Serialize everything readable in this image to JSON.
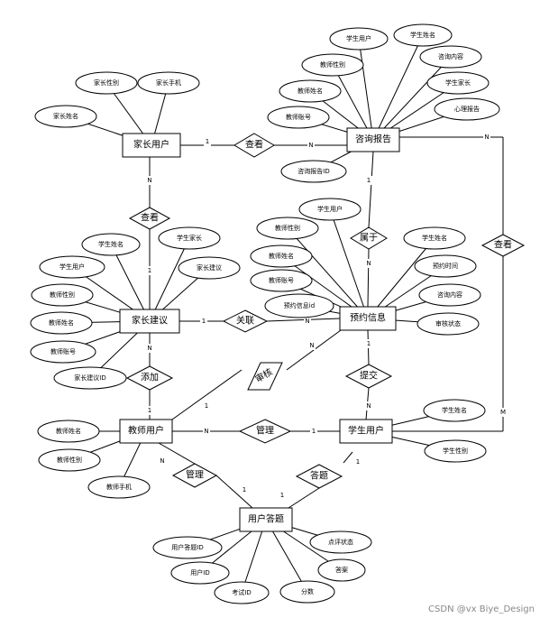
{
  "entities": [
    {
      "id": "parent_user",
      "label": "家长用户"
    },
    {
      "id": "report",
      "label": "咨询报告"
    },
    {
      "id": "parent_sugg",
      "label": "家长建议"
    },
    {
      "id": "appointment",
      "label": "预约信息"
    },
    {
      "id": "teacher",
      "label": "教师用户"
    },
    {
      "id": "student",
      "label": "学生用户"
    },
    {
      "id": "answer",
      "label": "用户答题"
    }
  ],
  "relationships": [
    {
      "id": "r_view1",
      "label": "查看"
    },
    {
      "id": "r_view2",
      "label": "查看"
    },
    {
      "id": "r_belong",
      "label": "属于"
    },
    {
      "id": "r_view3",
      "label": "查看"
    },
    {
      "id": "r_link",
      "label": "关联"
    },
    {
      "id": "r_add",
      "label": "添加"
    },
    {
      "id": "r_audit",
      "label": "审核"
    },
    {
      "id": "r_submit",
      "label": "提交"
    },
    {
      "id": "r_manage",
      "label": "管理"
    },
    {
      "id": "r_manage2",
      "label": "管理"
    },
    {
      "id": "r_answer",
      "label": "答题"
    }
  ],
  "attributes": [
    {
      "id": "a_pgender",
      "label": "家长性别"
    },
    {
      "id": "a_pphone",
      "label": "家长手机"
    },
    {
      "id": "a_pname",
      "label": "家长姓名"
    },
    {
      "id": "a_rstuuser",
      "label": "学生用户"
    },
    {
      "id": "a_rstuname",
      "label": "学生姓名"
    },
    {
      "id": "a_rtgender",
      "label": "教师性别"
    },
    {
      "id": "a_rcontent",
      "label": "咨询内容"
    },
    {
      "id": "a_rtname",
      "label": "教师姓名"
    },
    {
      "id": "a_rparent",
      "label": "学生家长"
    },
    {
      "id": "a_rtacct",
      "label": "教师账号"
    },
    {
      "id": "a_rpsych",
      "label": "心理报告"
    },
    {
      "id": "a_rid",
      "label": "咨询报告ID"
    },
    {
      "id": "a_sstuname",
      "label": "学生姓名"
    },
    {
      "id": "a_sparent",
      "label": "学生家长"
    },
    {
      "id": "a_sstuuser",
      "label": "学生用户"
    },
    {
      "id": "a_ssugg",
      "label": "家长建议"
    },
    {
      "id": "a_stgender",
      "label": "教师性别"
    },
    {
      "id": "a_stname",
      "label": "教师姓名"
    },
    {
      "id": "a_stacct",
      "label": "教师账号"
    },
    {
      "id": "a_sid",
      "label": "家长建议ID"
    },
    {
      "id": "a_astuuser",
      "label": "学生用户"
    },
    {
      "id": "a_atgender",
      "label": "教师性别"
    },
    {
      "id": "a_astuname",
      "label": "学生姓名"
    },
    {
      "id": "a_atname",
      "label": "教师姓名"
    },
    {
      "id": "a_atime",
      "label": "预约时间"
    },
    {
      "id": "a_atacct",
      "label": "教师账号"
    },
    {
      "id": "a_acontent",
      "label": "咨询内容"
    },
    {
      "id": "a_aid",
      "label": "预约信息id"
    },
    {
      "id": "a_astatus",
      "label": "审核状态"
    },
    {
      "id": "a_ttname",
      "label": "教师姓名"
    },
    {
      "id": "a_ttgender",
      "label": "教师性别"
    },
    {
      "id": "a_ttphone",
      "label": "教师手机"
    },
    {
      "id": "a_ststuname",
      "label": "学生姓名"
    },
    {
      "id": "a_ststugender",
      "label": "学生性别"
    },
    {
      "id": "a_uansid",
      "label": "用户答题ID"
    },
    {
      "id": "a_ucomment",
      "label": "点评状态"
    },
    {
      "id": "a_uuid",
      "label": "用户ID"
    },
    {
      "id": "a_uanswer",
      "label": "答案"
    },
    {
      "id": "a_uexamid",
      "label": "考试ID"
    },
    {
      "id": "a_uscore",
      "label": "分数"
    }
  ],
  "cardinalities": [
    "1",
    "N",
    "N",
    "1",
    "1",
    "N",
    "N",
    "M",
    "1",
    "N",
    "N",
    "1",
    "1",
    "N",
    "1",
    "N",
    "N",
    "1",
    "N",
    "1",
    "1",
    "1"
  ],
  "watermark": "CSDN @vx Biye_Design"
}
